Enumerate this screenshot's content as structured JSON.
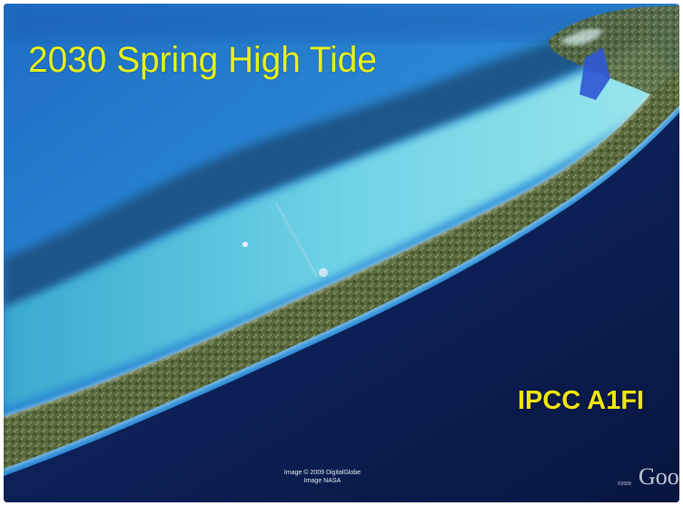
{
  "map": {
    "title": "2030 Spring High Tide",
    "scenario": "IPCC A1FI",
    "imagery_credit_line1": "Image © 2009 DigitalGlobe",
    "imagery_credit_line2": "Image NASA",
    "logo_copyright": "©2009",
    "logo_text": "Goo"
  },
  "colors": {
    "title_text": "#e6f21a",
    "scenario_text": "#f0e610",
    "lagoon_water": "#2a86d6",
    "reef_flat": "#5fc9e0",
    "open_ocean": "#0a1f55",
    "island_vegetation": "#5d6b3a",
    "flood_overlay": "#2f57d6"
  }
}
